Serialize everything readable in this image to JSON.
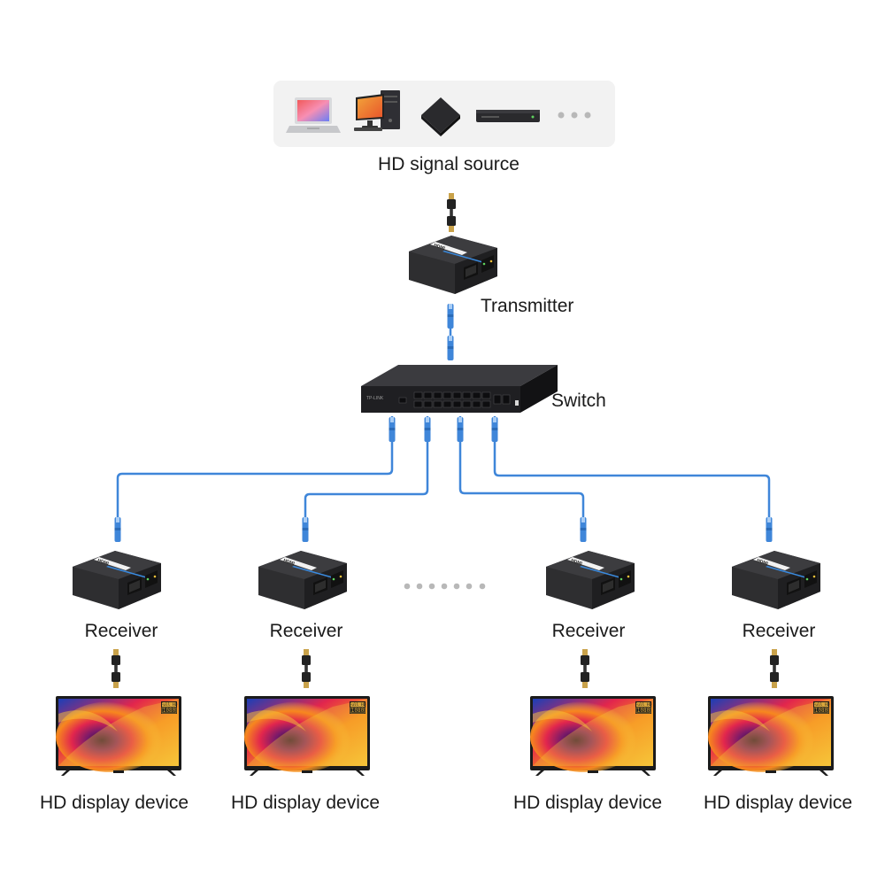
{
  "source": {
    "label": "HD signal source",
    "devices": [
      "laptop-icon",
      "desktop-pc-icon",
      "tv-box-icon",
      "set-top-box-icon",
      "ellipsis-icon"
    ]
  },
  "transmitter": {
    "label": "Transmitter"
  },
  "switch": {
    "label": "Switch",
    "brand": "TP-LINK"
  },
  "receivers": [
    {
      "label": "Receiver",
      "display_label": "HD display device",
      "badge_top": "Full HD",
      "badge_bottom": "1080"
    },
    {
      "label": "Receiver",
      "display_label": "HD display device",
      "badge_top": "Full HD",
      "badge_bottom": "1080"
    },
    {
      "label": "Receiver",
      "display_label": "HD display device",
      "badge_top": "Full HD",
      "badge_bottom": "1080"
    },
    {
      "label": "Receiver",
      "display_label": "HD display device",
      "badge_top": "Full HD",
      "badge_bottom": "1080"
    }
  ],
  "device_logo": "HDMI",
  "colors": {
    "cable_blue": "#3f86d9",
    "device_dark": "#2e2e30",
    "hdmi_cable": "#222222",
    "hdmi_tip": "#c9a24a",
    "source_panel": "#f2f2f2"
  }
}
